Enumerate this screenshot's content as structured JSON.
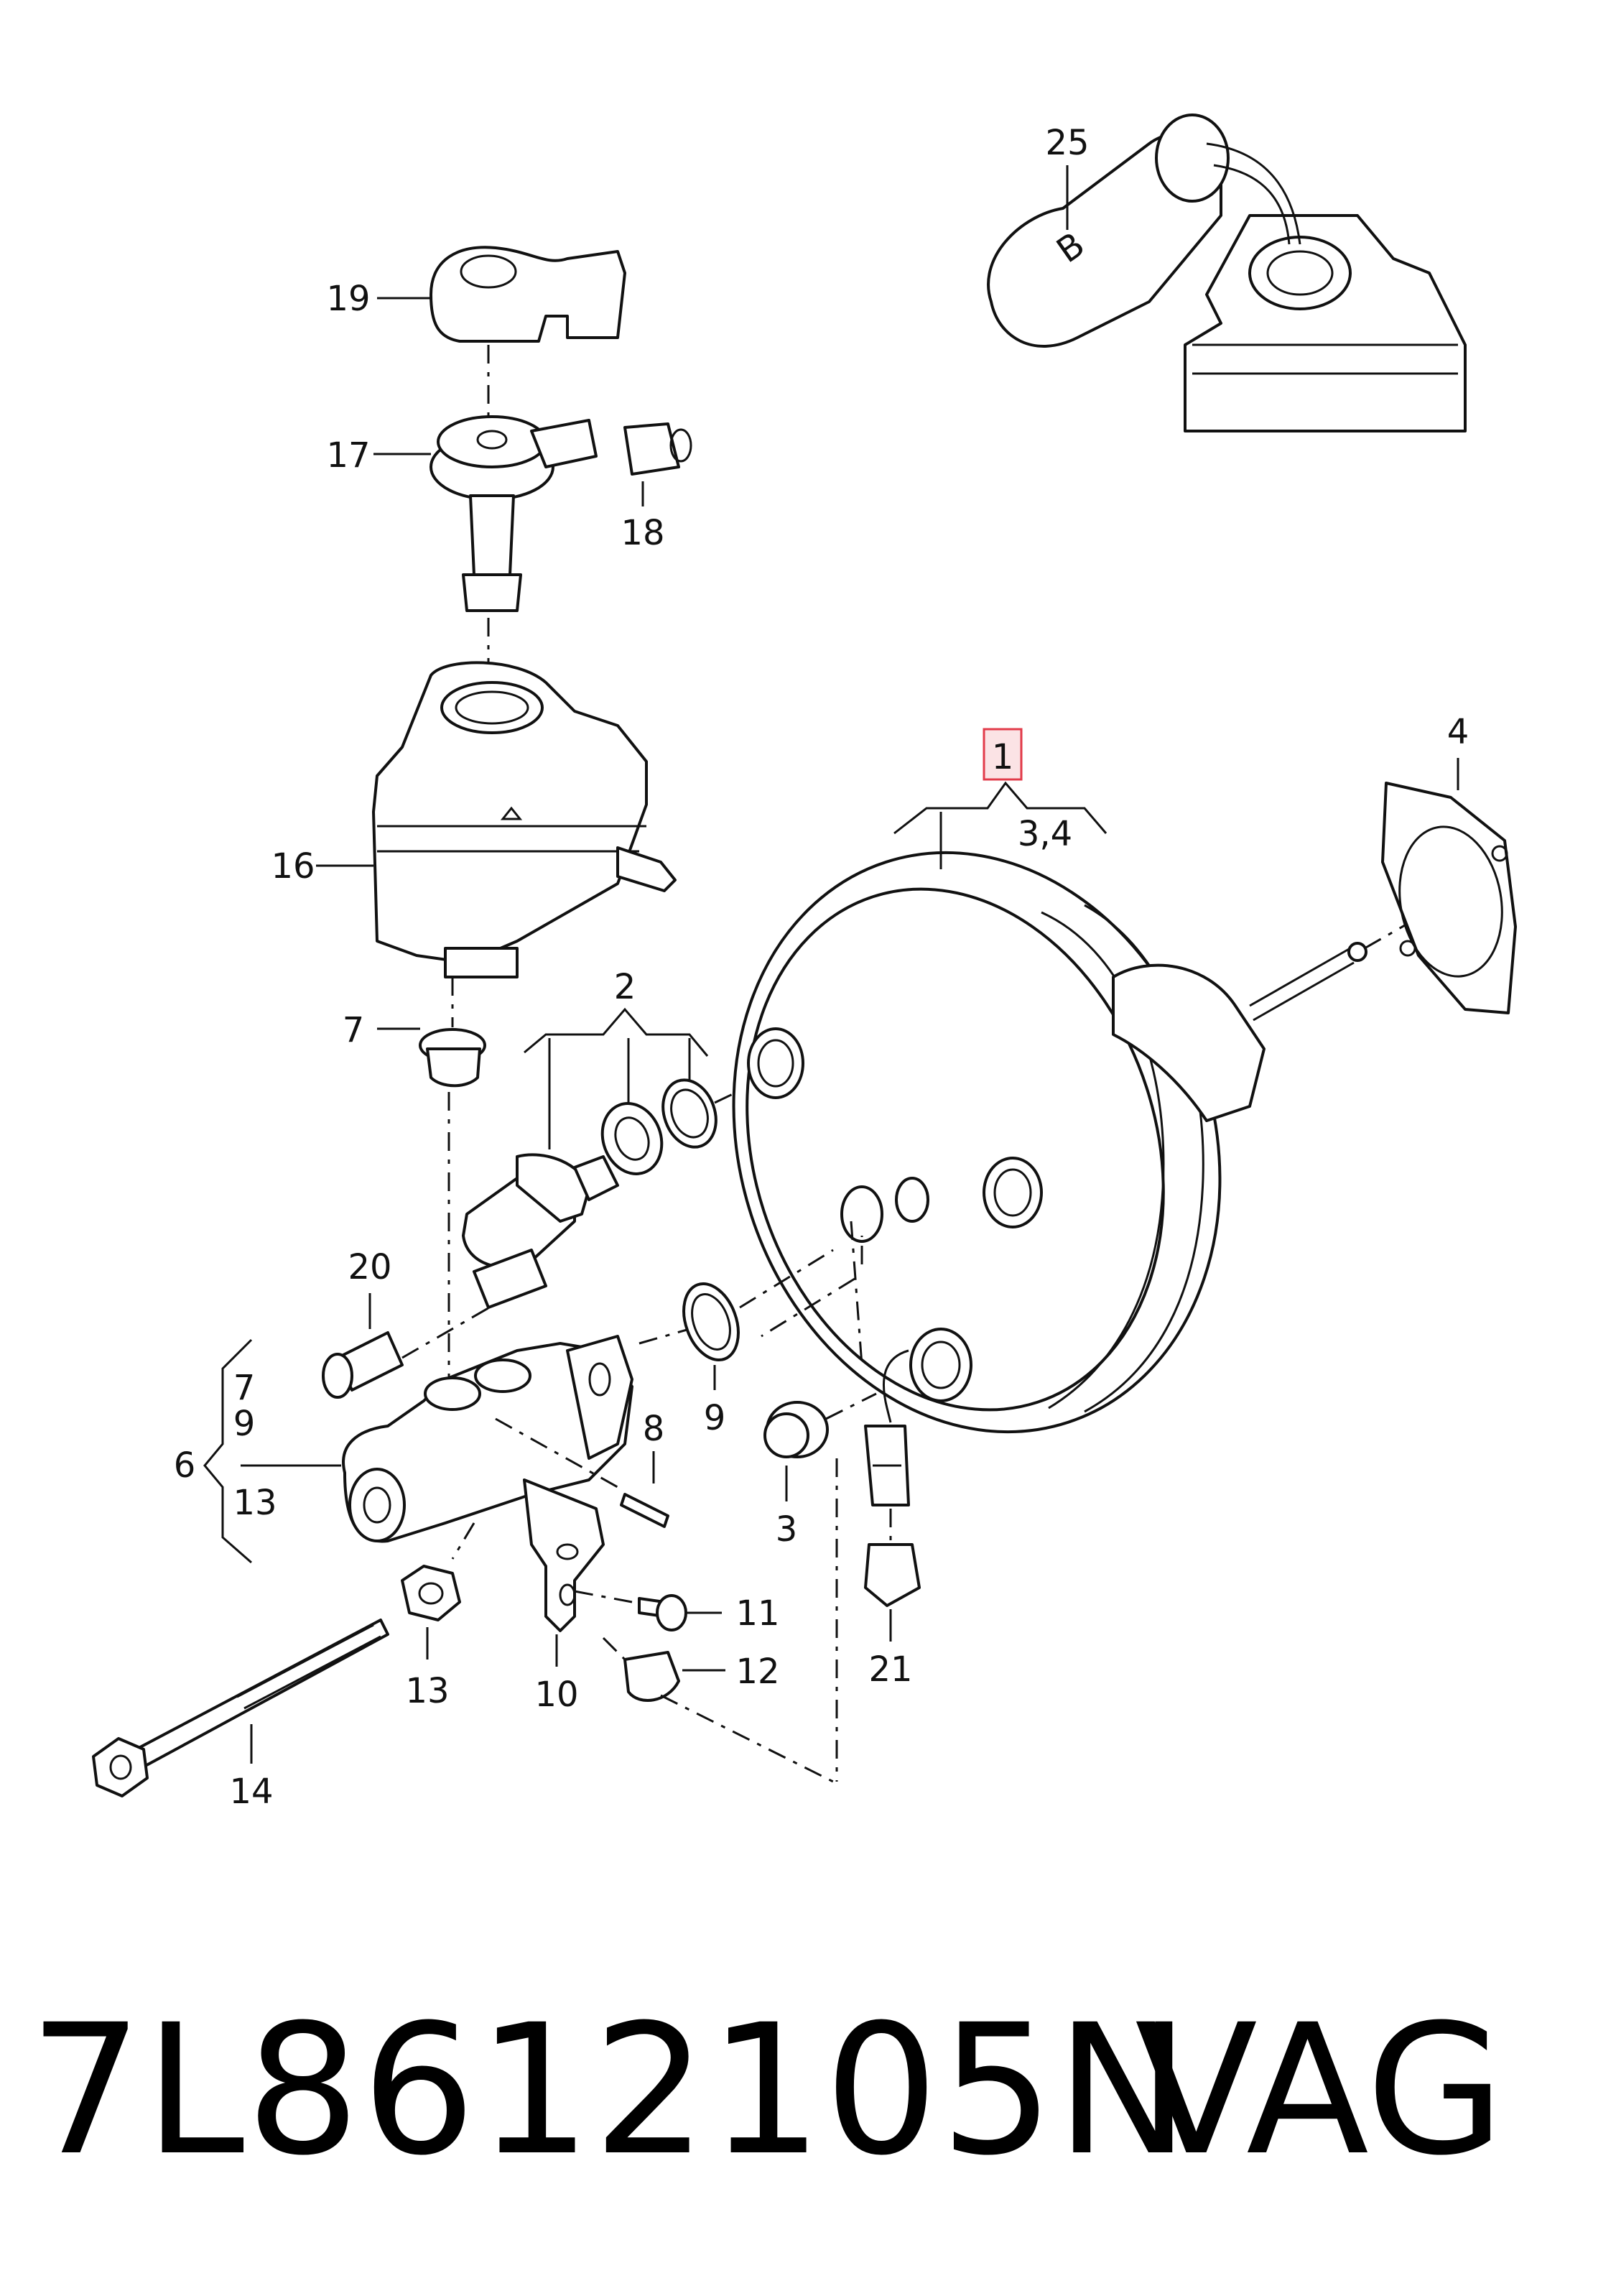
{
  "highlight_color": "#e23b4a",
  "callouts": {
    "c1": "1",
    "c1_sub": "3,4",
    "c2": "2",
    "c3": "3",
    "c4": "4",
    "c6": "6",
    "c6_a": "7",
    "c6_b": "9",
    "c6_c": "13",
    "c7": "7",
    "c8": "8",
    "c9": "9",
    "c10": "10",
    "c11": "11",
    "c12": "12",
    "c13": "13",
    "c14": "14",
    "c16": "16",
    "c17": "17",
    "c18": "18",
    "c19": "19",
    "c20": "20",
    "c21": "21",
    "c25": "25",
    "reservoir_letter": "B"
  },
  "footer": {
    "part_number": "7L8612105N",
    "brand": "VAG"
  }
}
